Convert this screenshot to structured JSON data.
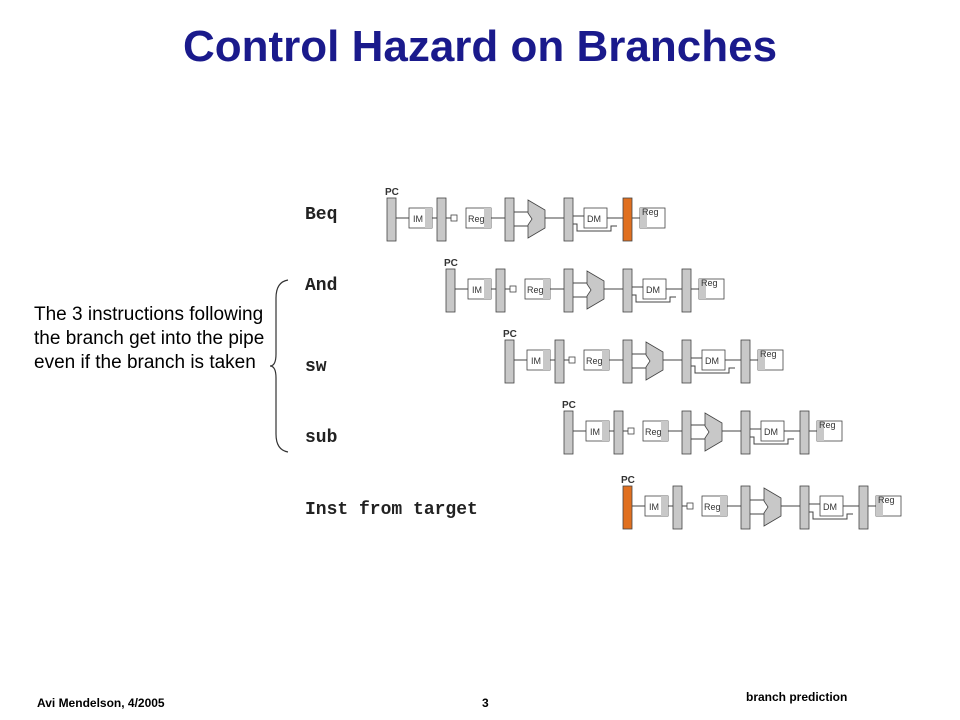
{
  "slide": {
    "title": "Control Hazard on Branches",
    "note": "The 3 instructions following the branch get into the pipe even if the branch is taken",
    "footer_author": "Avi Mendelson, 4/2005",
    "footer_page": "3",
    "footer_topic": "branch prediction"
  },
  "stage_labels": {
    "pc": "PC",
    "im": "IM",
    "reg": "Reg",
    "dm": "DM",
    "wb": "Reg"
  },
  "instructions": [
    {
      "label": "Beq",
      "highlight": "wb-latch"
    },
    {
      "label": "And",
      "highlight": "none"
    },
    {
      "label": "sw",
      "highlight": "none"
    },
    {
      "label": "sub",
      "highlight": "none"
    },
    {
      "label": "Inst from target",
      "highlight": "pc"
    }
  ],
  "colors": {
    "title": "#1a1a8c",
    "latch": "#c8c8c8",
    "highlight": "#e07020"
  }
}
